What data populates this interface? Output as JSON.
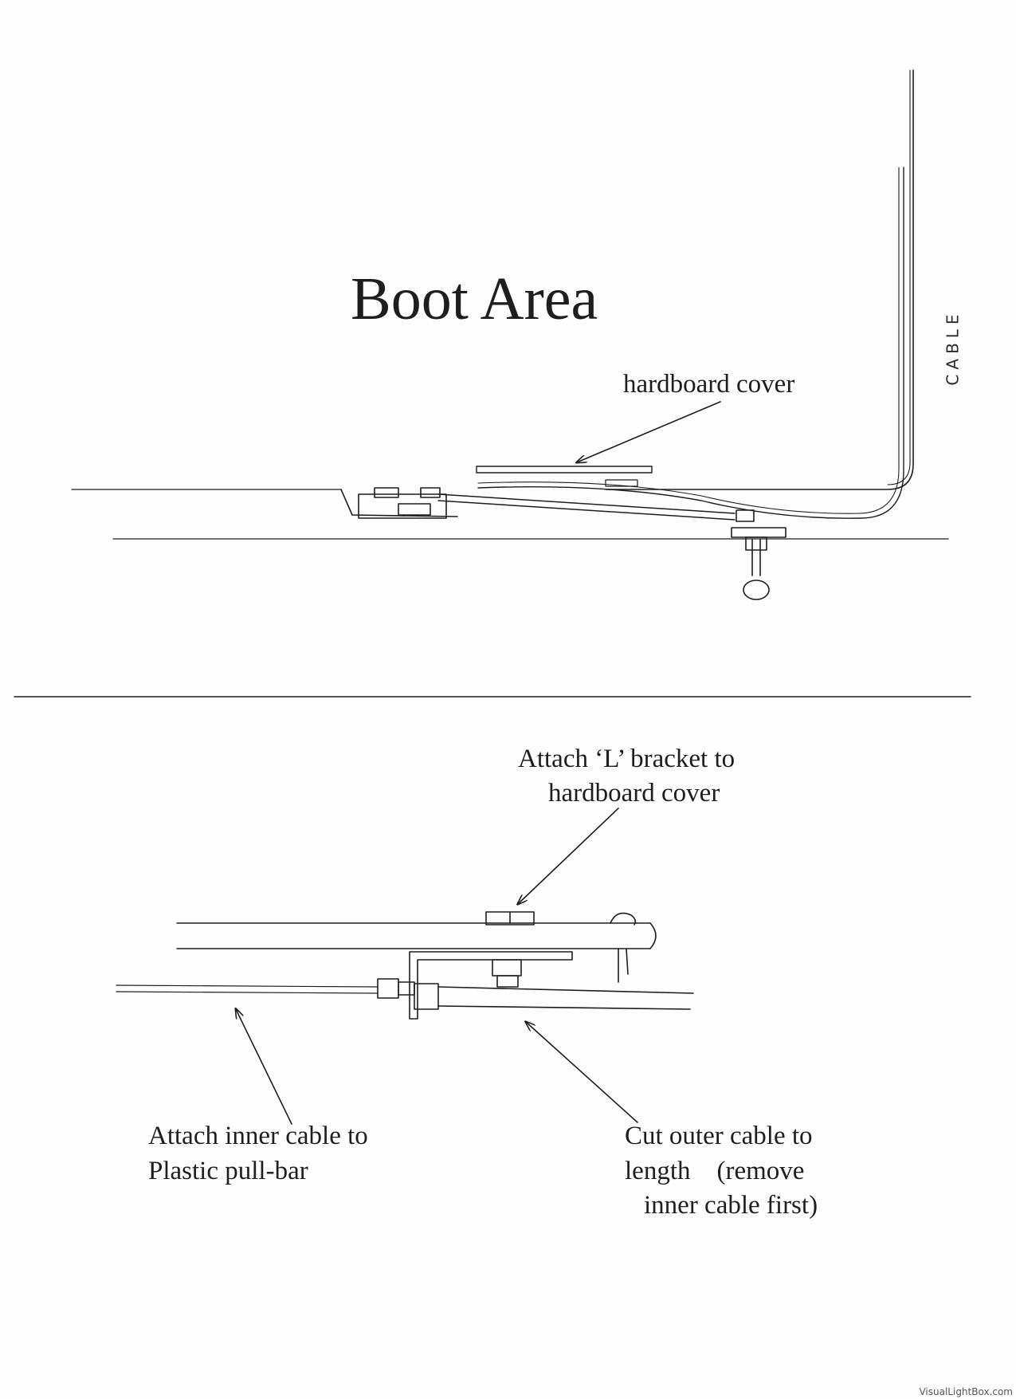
{
  "title": "Boot Area",
  "top_diagram": {
    "cable_label": "CABLE",
    "hardboard_label": "hardboard cover"
  },
  "bottom_diagram": {
    "bracket_label_line1": "Attach  ‘L’  bracket to",
    "bracket_label_line2": "hardboard cover",
    "inner_cable_line1": "Attach inner cable to",
    "inner_cable_line2": "Plastic pull-bar",
    "outer_cable_line1": "Cut outer cable to",
    "outer_cable_line2": "length    (remove",
    "outer_cable_line3": "inner cable first)"
  },
  "watermark": "VisualLightBox.com",
  "colors": {
    "ink": "#1e1e1e",
    "paper": "#fdfdfd"
  }
}
